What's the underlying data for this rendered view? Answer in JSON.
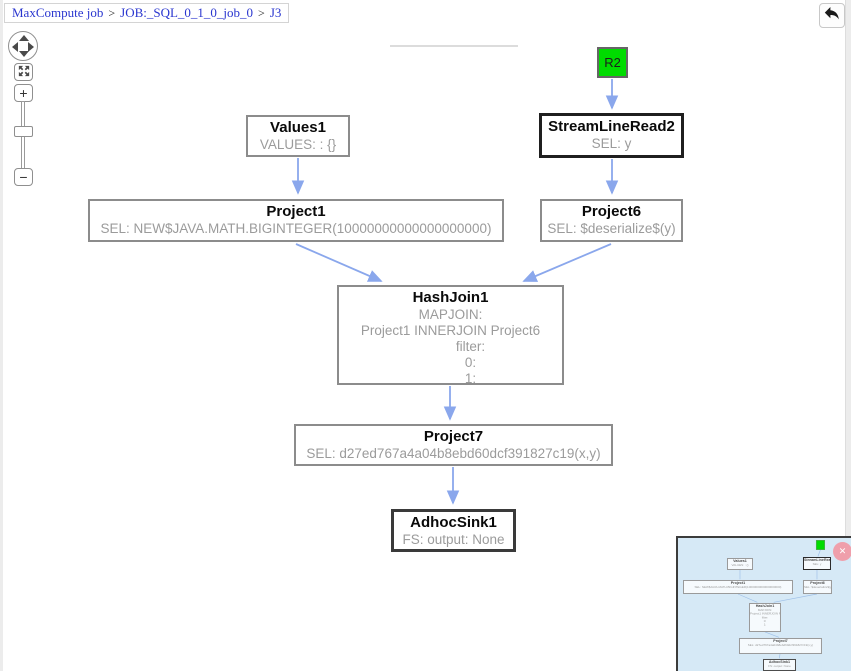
{
  "breadcrumb": {
    "separator": ">",
    "items": [
      "MaxCompute job",
      "JOB:_SQL_0_1_0_job_0",
      "J3"
    ]
  },
  "icons": {
    "back": "reply-arrow",
    "zoom_in": "+",
    "zoom_out": "−",
    "close": "✕"
  },
  "nodes": [
    {
      "id": "R2",
      "title": "R2",
      "lines": []
    },
    {
      "id": "Values1",
      "title": "Values1",
      "lines": [
        "VALUES: : {}"
      ]
    },
    {
      "id": "StreamLineRead2",
      "title": "StreamLineRead2",
      "lines": [
        "SEL: y"
      ]
    },
    {
      "id": "Project1",
      "title": "Project1",
      "lines": [
        "SEL: NEW$JAVA.MATH.BIGINTEGER(10000000000000000000)"
      ]
    },
    {
      "id": "Project6",
      "title": "Project6",
      "lines": [
        "SEL: $deserialize$(y)"
      ]
    },
    {
      "id": "HashJoin1",
      "title": "HashJoin1",
      "lines": [
        "MAPJOIN:",
        "Project1 INNERJOIN Project6",
        "filter:",
        "0:",
        "1:"
      ]
    },
    {
      "id": "Project7",
      "title": "Project7",
      "lines": [
        "SEL: d27ed767a4a04b8ebd60dcf391827c19(x,y)"
      ]
    },
    {
      "id": "AdhocSink1",
      "title": "AdhocSink1",
      "lines": [
        "FS: output: None"
      ]
    }
  ],
  "edges": [
    {
      "from": "R2",
      "to": "StreamLineRead2"
    },
    {
      "from": "Values1",
      "to": "Project1"
    },
    {
      "from": "StreamLineRead2",
      "to": "Project6"
    },
    {
      "from": "Project1",
      "to": "HashJoin1"
    },
    {
      "from": "Project6",
      "to": "HashJoin1"
    },
    {
      "from": "HashJoin1",
      "to": "Project7"
    },
    {
      "from": "Project7",
      "to": "AdhocSink1"
    }
  ],
  "colors": {
    "edge": "#8aa7ec",
    "node_border": "#8c8c8c",
    "selected_node_border": "#1f1f1f",
    "sink_node_border": "#3a3a3a",
    "source_fill": "#00dc00",
    "minimap_background": "#d6e9f6",
    "breadcrumb_link": "#2a36cf"
  }
}
